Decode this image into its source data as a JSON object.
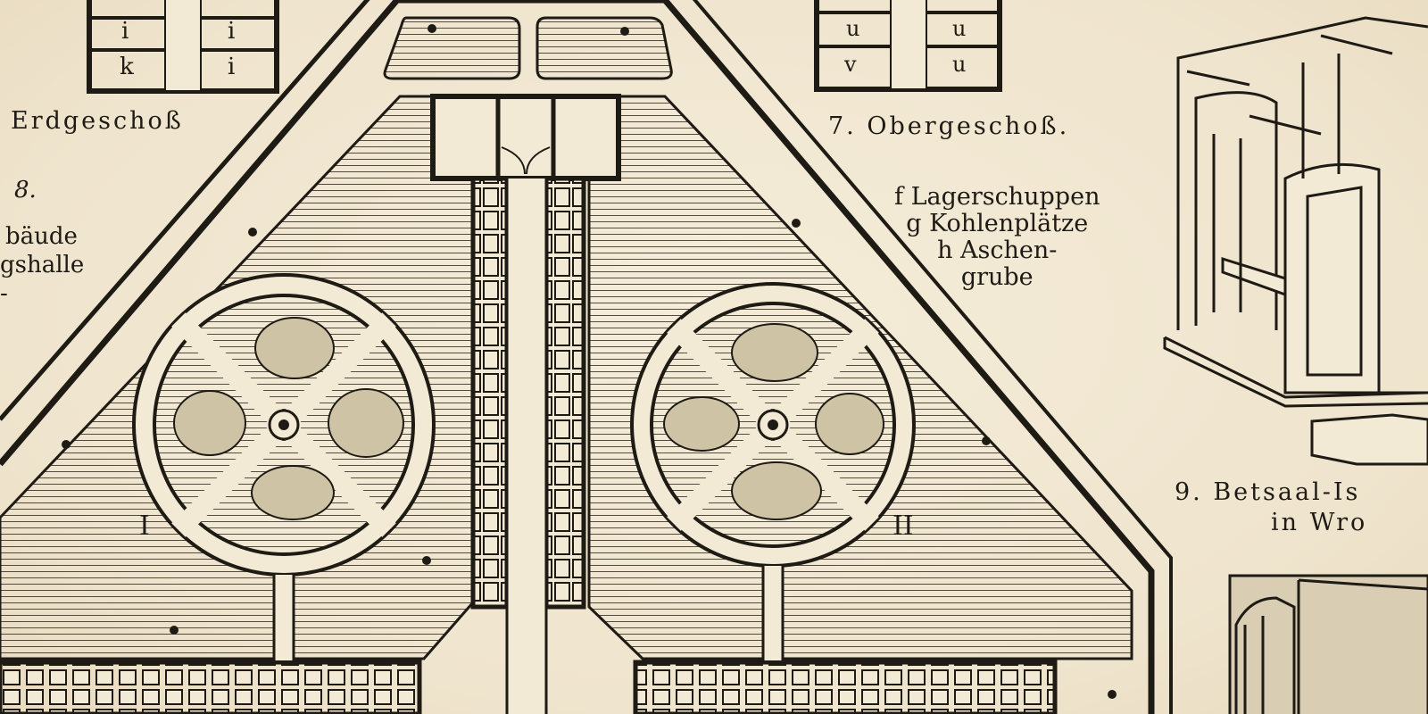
{
  "captions": {
    "left_floor": "Erdgeschoß",
    "left_number": "8.",
    "left_partial_line1": "bäude",
    "left_partial_line2": "gshalle",
    "left_partial_line3": "-",
    "upper_floor": "7. Obergeschoß.",
    "bottom_right": "9. Betsaal-Is",
    "bottom_right_line2": "in Wro"
  },
  "legend": [
    {
      "text": "f Lagerschuppen"
    },
    {
      "text": "g Kohlenplätze"
    },
    {
      "text": "h Aschen-"
    },
    {
      "text": "grube"
    }
  ],
  "yard_labels": {
    "left": "I",
    "right": "II"
  },
  "cell_labels_left": {
    "col1": [
      "i",
      "k"
    ],
    "col2": [
      "i",
      "i"
    ]
  },
  "cell_labels_right": {
    "col1": [
      "u",
      "v"
    ],
    "col2": [
      "u",
      "u"
    ]
  },
  "colors": {
    "paper": "#f1e8d4",
    "ink": "#1e1a14"
  }
}
